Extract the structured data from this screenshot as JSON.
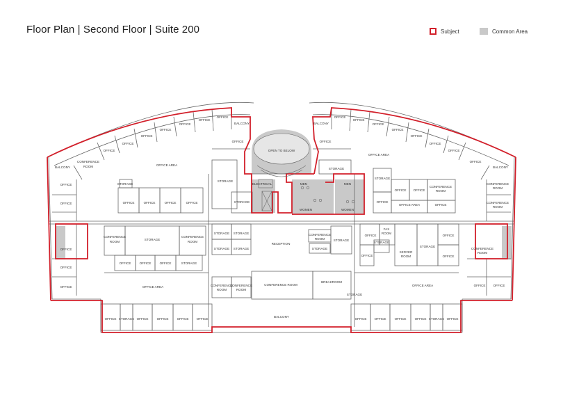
{
  "header": {
    "title": "Floor Plan | Second Floor | Suite 200"
  },
  "legend": {
    "subject_label": "Subject",
    "common_label": "Common Area",
    "subject_color": "#d21f2a",
    "common_color": "#c9c9c9"
  },
  "rooms": {
    "office": "OFFICE",
    "office_area": "OFFICE AREA",
    "conference_room": "CONFERENCE ROOM",
    "storage": "STORAGE",
    "balcony": "BALCONY",
    "open_to_below": "OPEN TO BELOW",
    "electrical": "ELECTRICAL",
    "men": "MEN",
    "women": "WOMEN",
    "reception": "RECEPTION",
    "breakroom": "BREAKROOM",
    "fax_room": "FAX ROOM",
    "server_room": "SERVER ROOM",
    "conference": "CONFERENCE",
    "room": "ROOM",
    "fax": "FAX",
    "server": "SERVER"
  }
}
